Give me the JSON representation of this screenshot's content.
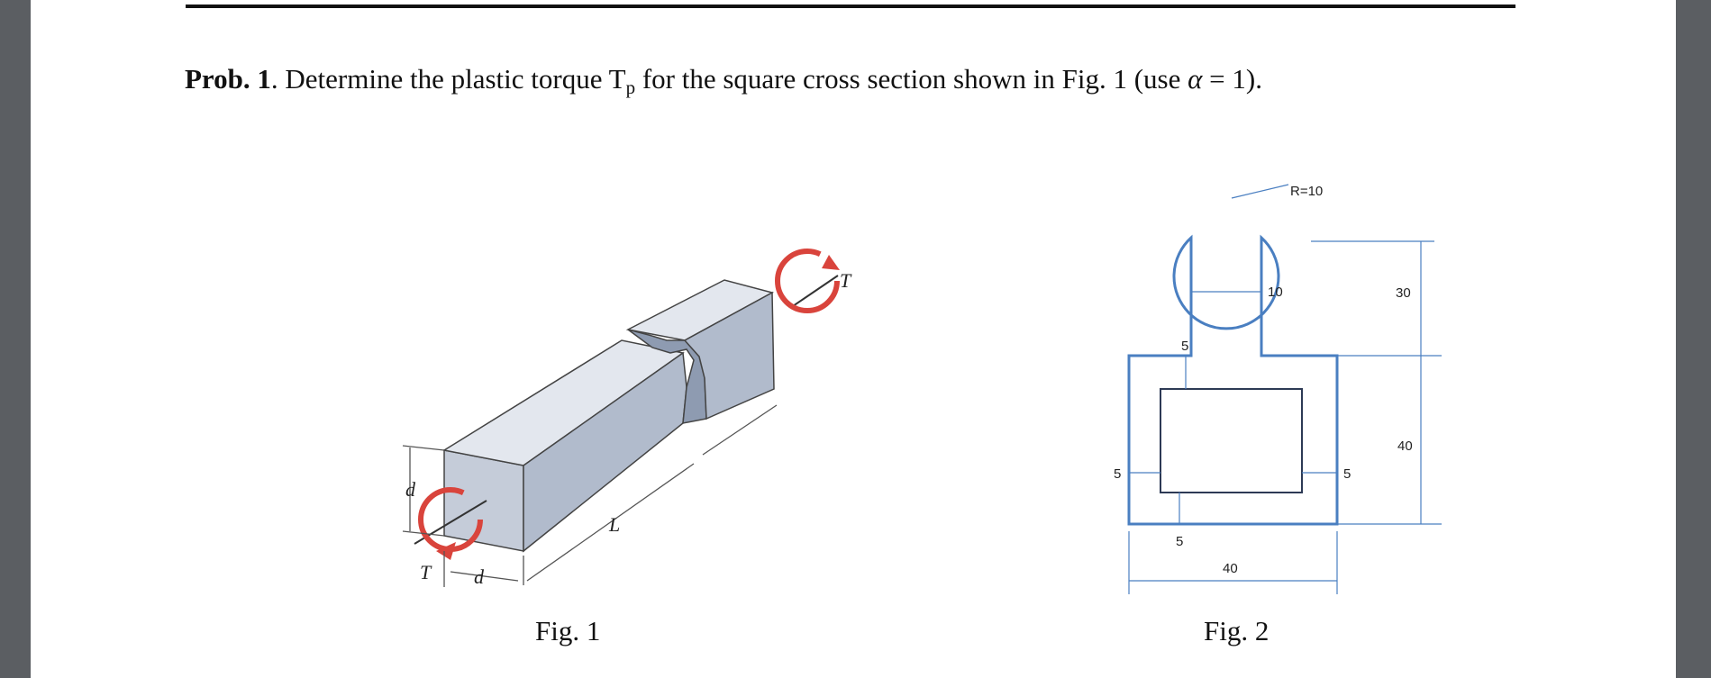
{
  "problem": {
    "label": "Prob. 1",
    "text_before_sub": ". Determine the plastic torque T",
    "subscript": "p",
    "text_after_sub": " for the square cross section shown in Fig. 1 (use ",
    "alpha_symbol": "α",
    "alpha_value": " = 1)."
  },
  "fig1": {
    "caption": "Fig. 1",
    "labels": {
      "d_side": "d",
      "d_bottom": "d",
      "L": "L",
      "T_left": "T",
      "T_right": "T"
    },
    "colors": {
      "torque_arrow": "#d9443c",
      "bar_face": "#c8cfdb",
      "bar_top": "#e4e8ef",
      "bar_side": "#aeb8c8"
    }
  },
  "fig2": {
    "caption": "Fig. 2",
    "dimensions": {
      "radius": "R=10",
      "neck_width": "10",
      "top_height": "30",
      "box_height": "40",
      "wall_top": "5",
      "wall_bottom": "5",
      "wall_left": "5",
      "wall_right": "5",
      "box_width": "40"
    },
    "colors": {
      "outline": "#4a7fc1",
      "inner": "#2d3a55"
    }
  }
}
